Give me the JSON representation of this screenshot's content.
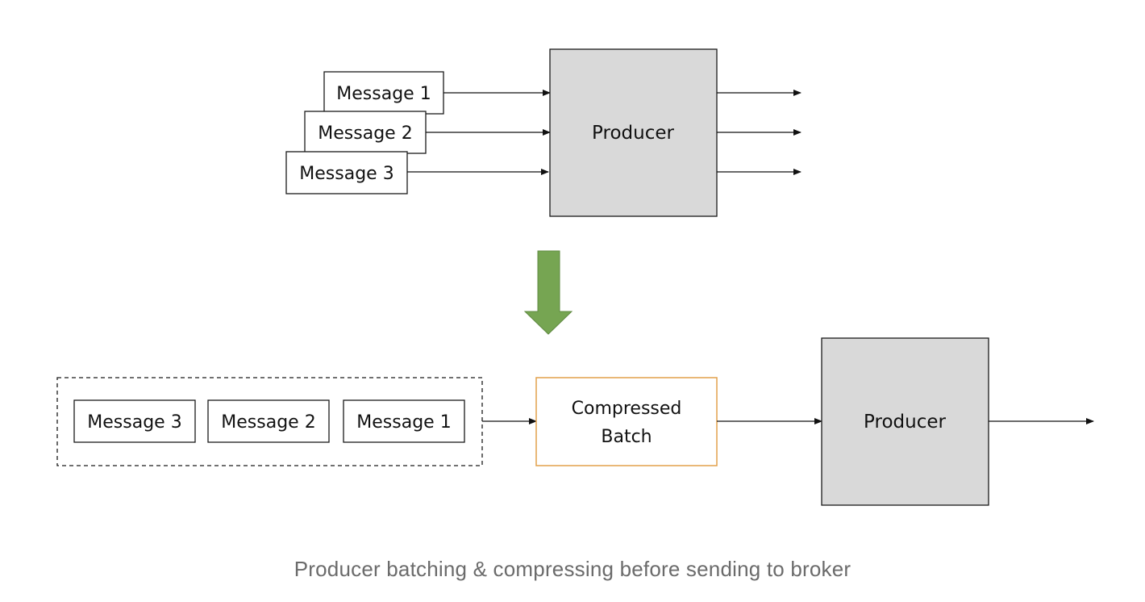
{
  "top_section": {
    "messages": [
      {
        "label": "Message 1"
      },
      {
        "label": "Message 2"
      },
      {
        "label": "Message 3"
      }
    ],
    "producer_label": "Producer"
  },
  "bottom_section": {
    "messages": [
      {
        "label": "Message 3"
      },
      {
        "label": "Message 2"
      },
      {
        "label": "Message 1"
      }
    ],
    "batch_label_line1": "Compressed",
    "batch_label_line2": "Batch",
    "producer_label": "Producer"
  },
  "caption": "Producer batching & compressing before sending to broker",
  "colors": {
    "producer_fill": "#d9d9d9",
    "box_stroke": "#1a1a1a",
    "batch_stroke": "#e2a04a",
    "transition_arrow": "#76a552",
    "caption_text": "#6b6b6b"
  }
}
